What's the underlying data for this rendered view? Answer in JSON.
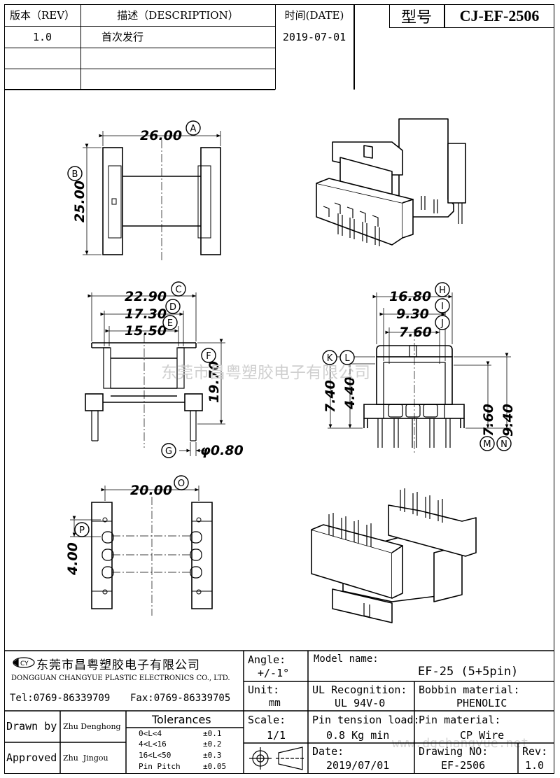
{
  "revision_table": {
    "headers": [
      "版本（REV）",
      "描述（DESCRIPTION）",
      "时间(DATE)"
    ],
    "rows": [
      [
        "1.0",
        "首次发行",
        "2019-07-01"
      ],
      [
        "",
        "",
        ""
      ],
      [
        "",
        "",
        ""
      ]
    ]
  },
  "model_box": {
    "label": "型号",
    "value": "CJ-EF-2506"
  },
  "drawing": {
    "dims": {
      "A": "26.00",
      "B": "25.00",
      "C": "22.90",
      "D": "17.30",
      "E": "15.50",
      "F": "19.70",
      "G": "φ0.80",
      "H": "16.80",
      "I": "9.30",
      "J": "7.60",
      "K": "7.40",
      "L": "4.40",
      "M": "7.60",
      "N": "9.40",
      "O": "20.00",
      "P": "4.00"
    },
    "letters": [
      "A",
      "B",
      "C",
      "D",
      "E",
      "F",
      "G",
      "H",
      "I",
      "J",
      "K",
      "L",
      "M",
      "N",
      "O",
      "P"
    ],
    "watermark": "东莞市昌粤塑胶电子有限公司",
    "watermark2": "www.dgchangyue.net"
  },
  "title_block": {
    "company_cn": "东莞市昌粤塑胶电子有限公司",
    "company_en": "DONGGUAN CHANGYUE PLASTIC ELECTRONICS CO., LTD.",
    "tel": "Tel:0769-86339709",
    "fax": "Fax:0769-86339705",
    "drawn_by_label": "Drawn by",
    "drawn_by": "Zhu Denghong",
    "approved_label": "Approved",
    "approved_by": "Zhu  Jingou",
    "tolerances_label": "Tolerances",
    "tolerances": [
      [
        "0<L<4",
        "±0.1"
      ],
      [
        "4<L<16",
        "±0.2"
      ],
      [
        "16<L<50",
        "±0.3"
      ],
      [
        "Pin Pitch",
        "±0.05"
      ]
    ],
    "angle_label": "Angle:",
    "angle_value": "+/-1°",
    "unit_label": "Unit:",
    "unit_value": "mm",
    "scale_label": "Scale:",
    "scale_value": "1/1",
    "model_name_label": "Model name:",
    "model_name_value": "EF-25 (5+5pin)",
    "ul_label": "UL Recognition:",
    "ul_value": "UL 94V-0",
    "bobbin_label": "Bobbin material:",
    "bobbin_value": "PHENOLIC",
    "pin_tension_label": "Pin tension load:",
    "pin_tension_value": "0.8 Kg min",
    "pin_material_label": "Pin material:",
    "pin_material_value": "CP Wire",
    "date_label": "Date:",
    "date_value": "2019/07/01",
    "drawing_no_label": "Drawing NO:",
    "drawing_no_value": "EF-2506",
    "rev_label": "Rev:",
    "rev_value": "1.0",
    "logo_text": "CY"
  }
}
